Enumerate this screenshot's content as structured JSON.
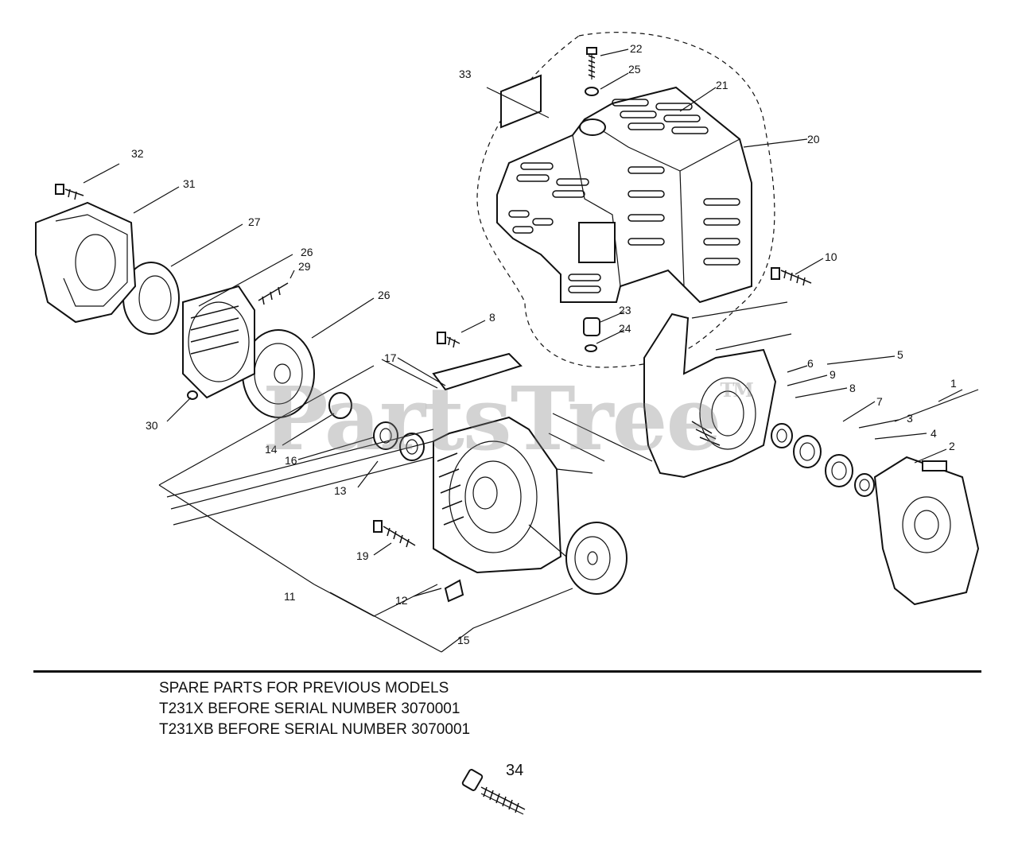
{
  "watermark": {
    "text": "PartsTree",
    "mark": "TM"
  },
  "callouts": {
    "c1": "1",
    "c2": "2",
    "c3": "3",
    "c4": "4",
    "c5": "5",
    "c6": "6",
    "c7": "7",
    "c8a": "8",
    "c8b": "8",
    "c9": "9",
    "c10": "10",
    "c11": "11",
    "c12": "12",
    "c13": "13",
    "c14": "14",
    "c15": "15",
    "c16": "16",
    "c17": "17",
    "c19": "19",
    "c20": "20",
    "c21": "21",
    "c22": "22",
    "c23": "23",
    "c24": "24",
    "c25": "25",
    "c26a": "26",
    "c26b": "26",
    "c27": "27",
    "c29": "29",
    "c30": "30",
    "c31": "31",
    "c32": "32",
    "c33": "33"
  },
  "notes": {
    "line1": "SPARE PARTS FOR PREVIOUS MODELS",
    "line2": "T231X BEFORE SERIAL NUMBER 3070001",
    "line3": "T231XB BEFORE SERIAL NUMBER 3070001"
  },
  "spare_part": {
    "number": "34"
  },
  "colors": {
    "line": "#111111",
    "background": "#ffffff",
    "watermark": "#828282"
  }
}
